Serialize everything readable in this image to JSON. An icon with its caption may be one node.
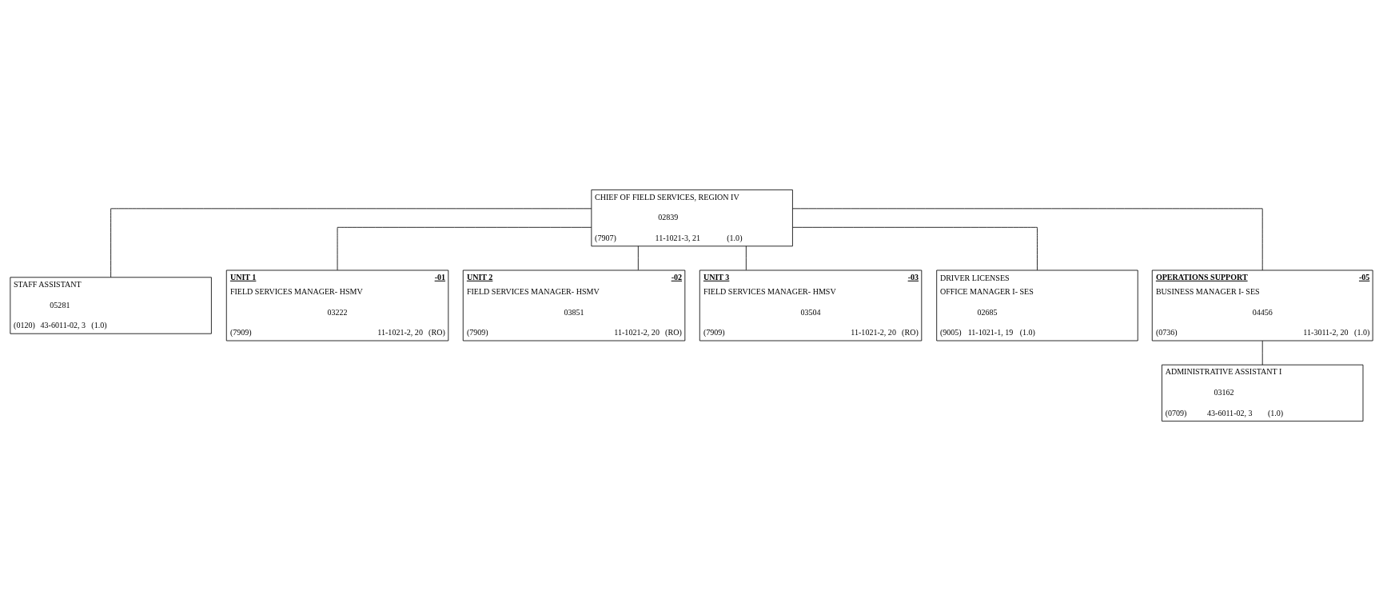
{
  "diagram": {
    "nodes": [
      {
        "text": [
          "CHIEF OF FIELD SERVICES, REGION IV",
          "02839",
          "(7907)",
          "11-1021-3, 21",
          "(1.0)"
        ]
      },
      {
        "text": [
          "STAFF ASSISTANT",
          "05281",
          "(0120)",
          "43-6011-02, 3",
          "(1.0)"
        ]
      },
      {
        "text": [
          "UNIT 1",
          "-01",
          "FIELD SERVICES MANAGER- HSMV",
          "03222",
          "(7909)",
          "11-1021-2, 20",
          "(RO)"
        ]
      },
      {
        "text": [
          "UNIT 2",
          "-02",
          "FIELD SERVICES MANAGER- HSMV",
          "03851",
          "(7909)",
          "11-1021-2, 20",
          "(RO)"
        ]
      },
      {
        "text": [
          "UNIT 3",
          "-03",
          "FIELD SERVICES MANAGER- HMSV",
          "03504",
          "(7909)",
          "11-1021-2, 20",
          "(RO)"
        ]
      },
      {
        "text": [
          "DRIVER LICENSES",
          "OFFICE MANAGER I- SES",
          "02685",
          "(9005)",
          "11-1021-1, 19",
          "(1.0)"
        ]
      },
      {
        "text": [
          "OPERATIONS SUPPORT",
          "-05",
          "BUSINESS MANAGER I- SES",
          "04456",
          "(0736)",
          "11-3011-2, 20",
          "(1.0)"
        ]
      },
      {
        "text": [
          "ADMINISTRATIVE ASSISTANT I",
          "03162",
          "(0709)",
          "43-6011-02, 3",
          "(1.0)"
        ]
      }
    ],
    "edges": [
      {
        "from": 0,
        "to": 1,
        "arrow": "none"
      },
      {
        "from": 0,
        "to": 2,
        "arrow": "none"
      },
      {
        "from": 0,
        "to": 3,
        "arrow": "none"
      },
      {
        "from": 0,
        "to": 4,
        "arrow": "none"
      },
      {
        "from": 0,
        "to": 5,
        "arrow": "none"
      },
      {
        "from": 0,
        "to": 6,
        "arrow": "none"
      },
      {
        "from": 6,
        "to": 7,
        "arrow": "none"
      }
    ]
  }
}
